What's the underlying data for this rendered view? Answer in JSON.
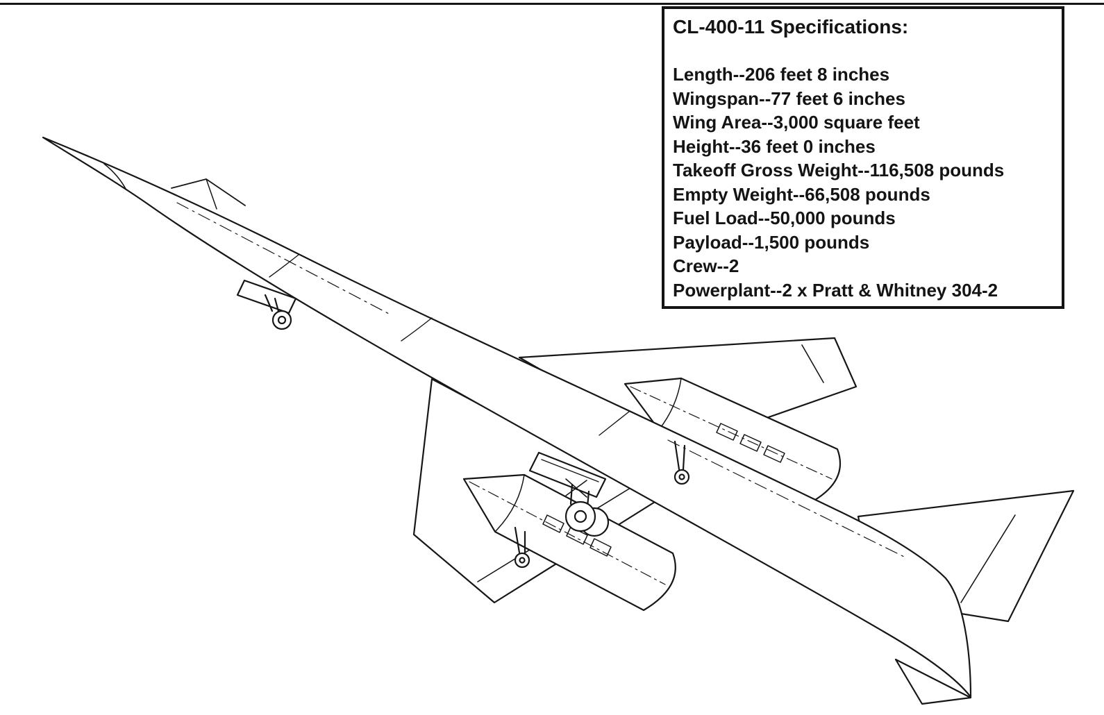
{
  "page": {
    "background_color": "#ffffff",
    "ink_color": "#161616"
  },
  "spec_box": {
    "title": "CL-400-11 Specifications:",
    "lines": [
      "Length--206 feet 8 inches",
      "Wingspan--77 feet 6 inches",
      "Wing Area--3,000 square feet",
      "Height--36 feet 0 inches",
      "Takeoff Gross Weight--116,508 pounds",
      "Empty Weight--66,508 pounds",
      "Fuel Load--50,000 pounds",
      "Payload--1,500 pounds",
      "Crew--2",
      "Powerplant--2 x Pratt & Whitney 304-2"
    ]
  }
}
